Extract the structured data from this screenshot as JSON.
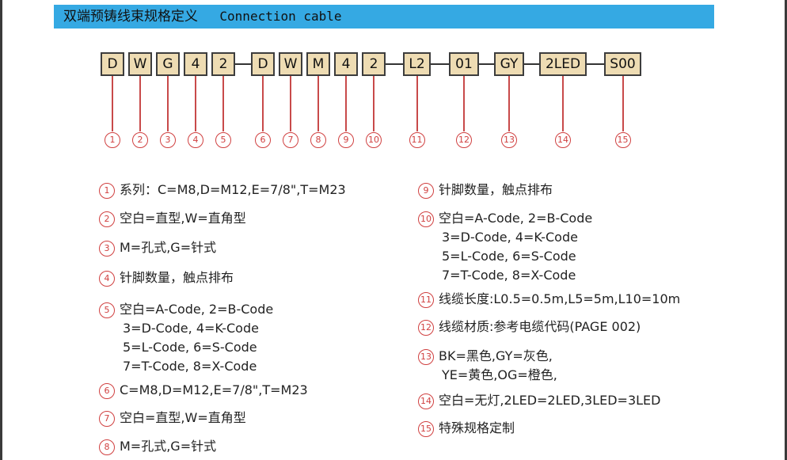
{
  "header": {
    "title_cn": "双端预铸线束规格定义",
    "title_en": "Connection cable"
  },
  "code_segments": [
    "D",
    "W",
    "G",
    "4",
    "2",
    "D",
    "W",
    "M",
    "4",
    "2",
    "L2",
    "01",
    "GY",
    "2LED",
    "S00"
  ],
  "markers": [
    "1",
    "2",
    "3",
    "4",
    "5",
    "6",
    "7",
    "8",
    "9",
    "10",
    "11",
    "12",
    "13",
    "14",
    "15"
  ],
  "descriptions": [
    {
      "num": "1",
      "lines": [
        "系列：C=M8,D=M12,E=7/8\",T=M23"
      ]
    },
    {
      "num": "2",
      "lines": [
        "空白=直型,W=直角型"
      ]
    },
    {
      "num": "3",
      "lines": [
        "M=孔式,G=针式"
      ]
    },
    {
      "num": "4",
      "lines": [
        "针脚数量，触点排布"
      ]
    },
    {
      "num": "5",
      "lines": [
        "空白=A-Code, 2=B-Code",
        "3=D-Code, 4=K-Code",
        "5=L-Code, 6=S-Code",
        "7=T-Code, 8=X-Code"
      ]
    },
    {
      "num": "6",
      "lines": [
        "C=M8,D=M12,E=7/8\",T=M23"
      ]
    },
    {
      "num": "7",
      "lines": [
        "空白=直型,W=直角型"
      ]
    },
    {
      "num": "8",
      "lines": [
        "M=孔式,G=针式"
      ]
    },
    {
      "num": "9",
      "lines": [
        "针脚数量，触点排布"
      ]
    },
    {
      "num": "10",
      "lines": [
        "空白=A-Code, 2=B-Code",
        "3=D-Code, 4=K-Code",
        "5=L-Code, 6=S-Code",
        "7=T-Code, 8=X-Code"
      ]
    },
    {
      "num": "11",
      "lines": [
        "线缆长度:L0.5=0.5m,L5=5m,L10=10m"
      ]
    },
    {
      "num": "12",
      "lines": [
        "线缆材质:参考电缆代码(PAGE 002)"
      ]
    },
    {
      "num": "13",
      "lines": [
        "BK=黑色,GY=灰色,",
        "YE=黄色,OG=橙色,"
      ]
    },
    {
      "num": "14",
      "lines": [
        "空白=无灯,2LED=2LED,3LED=3LED"
      ]
    },
    {
      "num": "15",
      "lines": [
        "特殊规格定制"
      ]
    }
  ]
}
